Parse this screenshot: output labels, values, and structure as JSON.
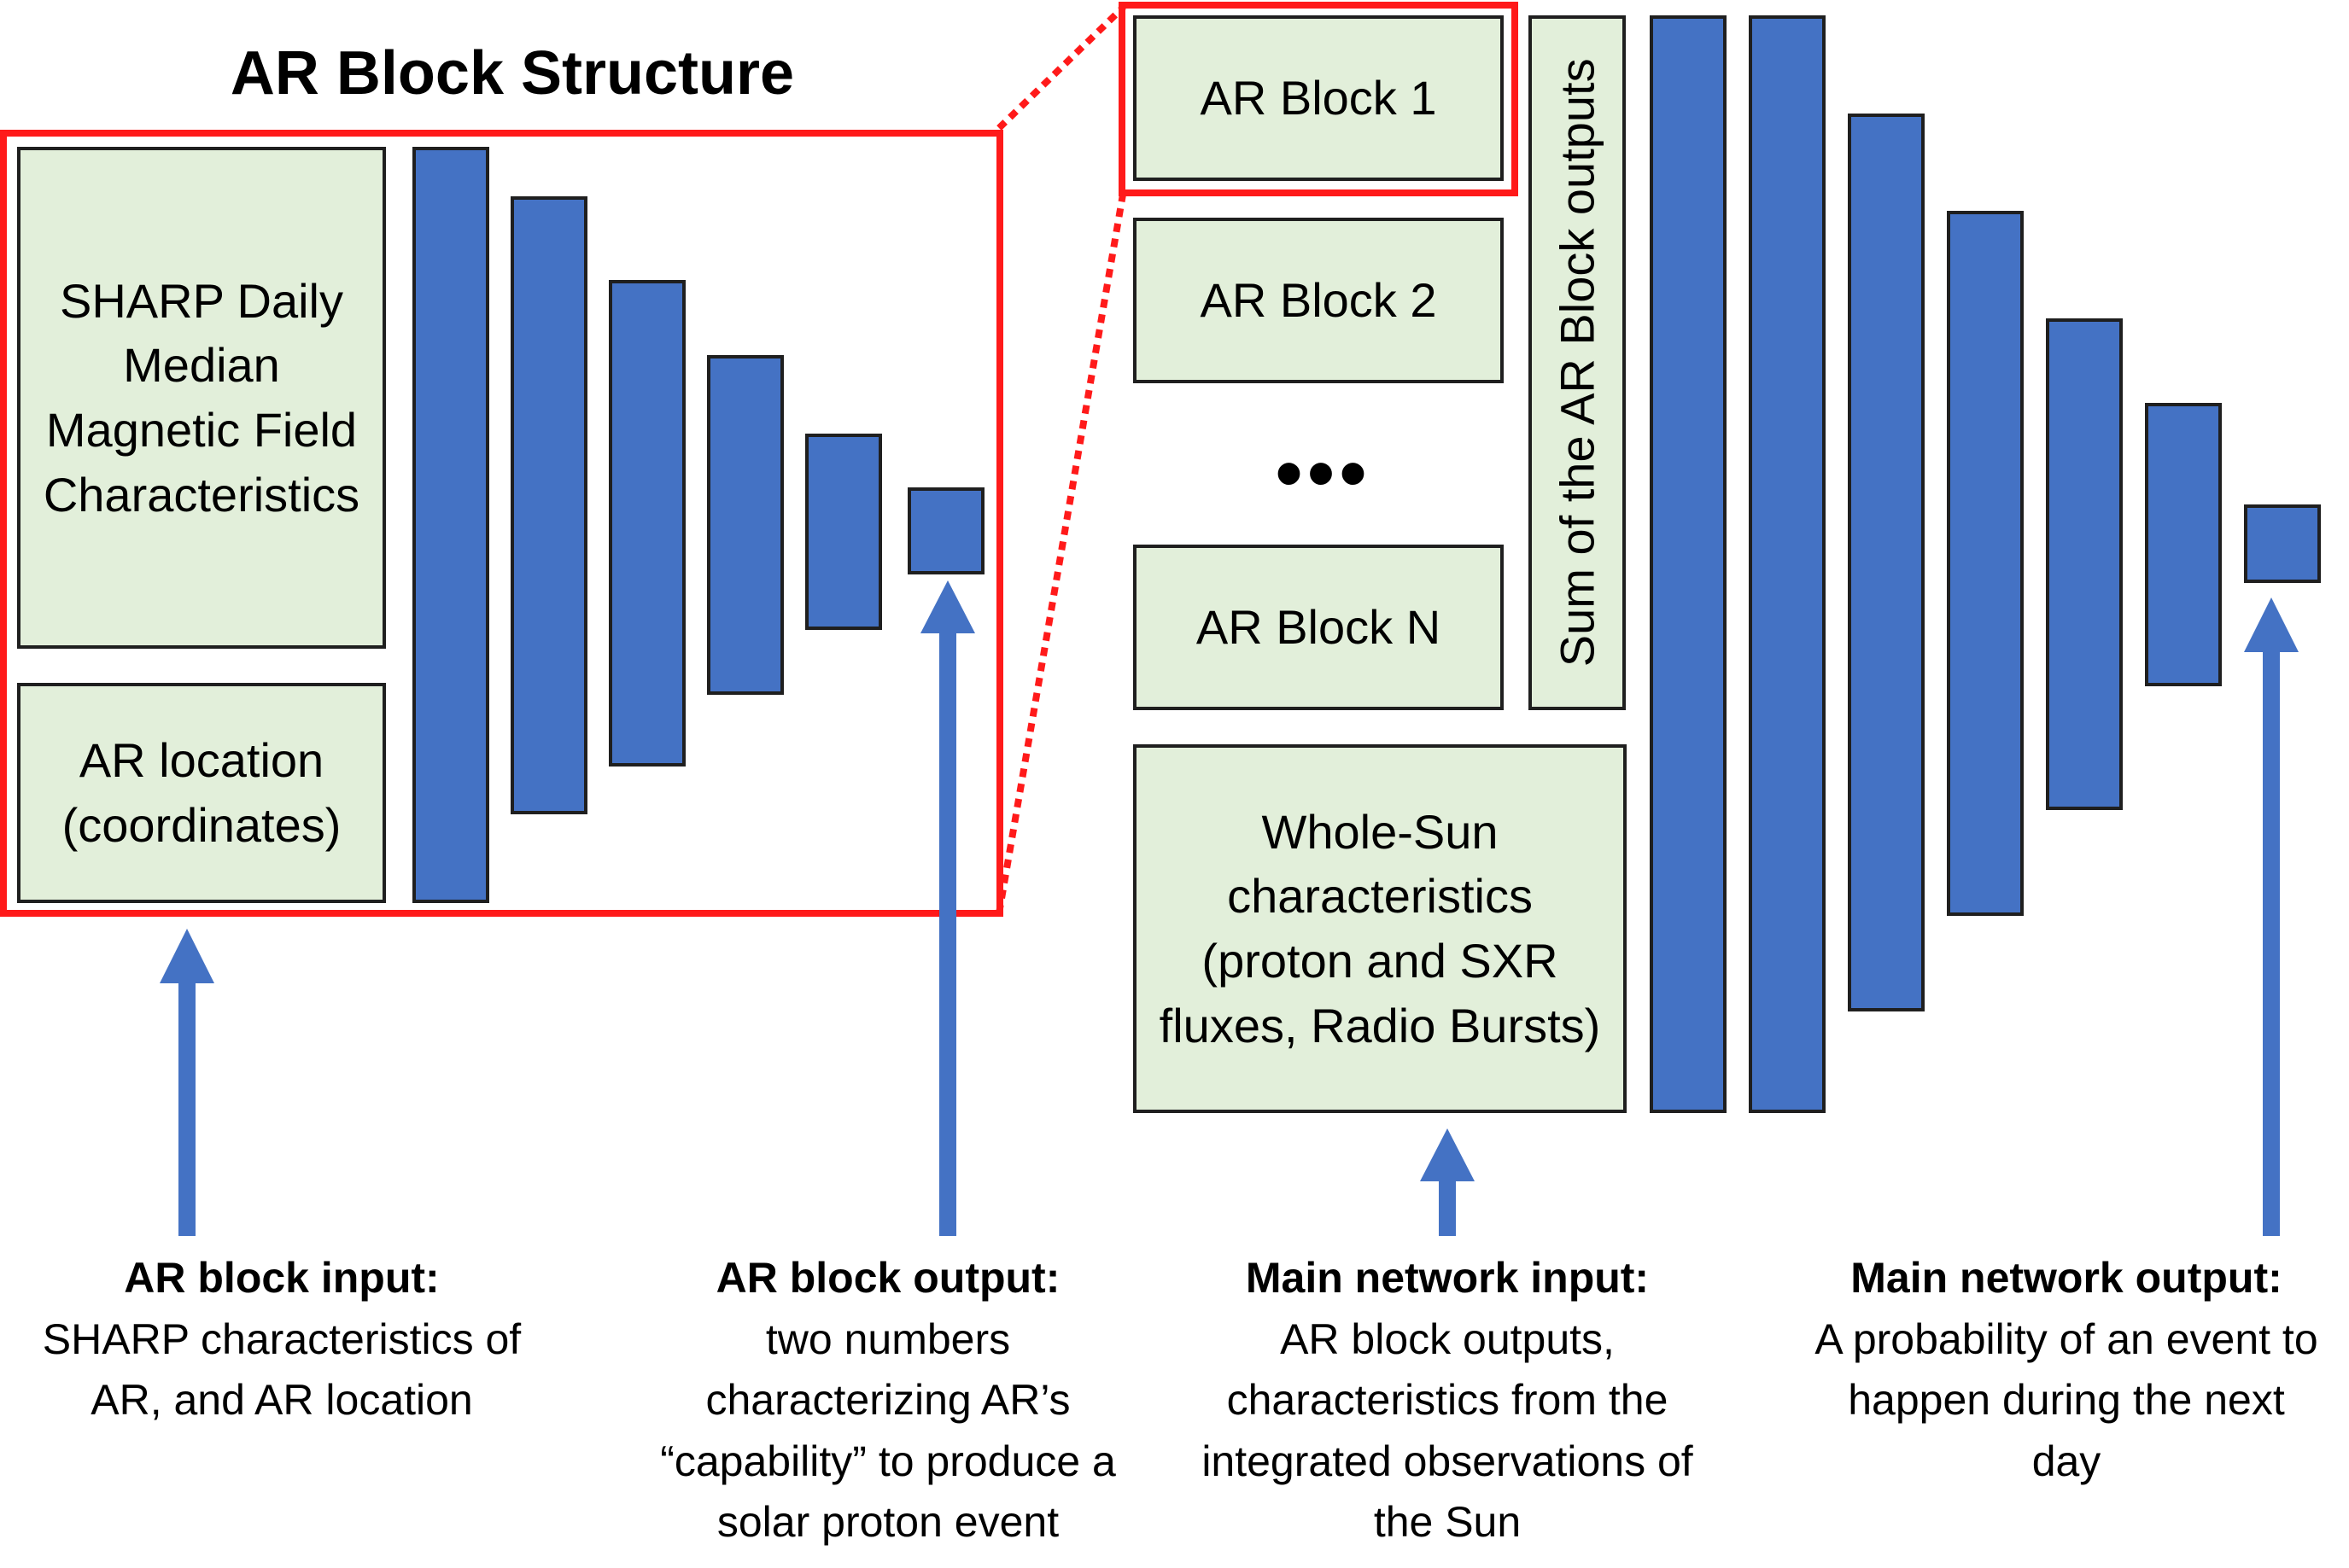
{
  "title": "AR Block Structure",
  "colors": {
    "box_fill": "#e2efda",
    "bar_fill": "#4472c4",
    "highlight": "#ff1a1a",
    "arrow": "#4472c4"
  },
  "ar_block": {
    "sharp_box": "SHARP Daily Median Magnetic Field Characteristics",
    "location_box": "AR location (coordinates)"
  },
  "main": {
    "blocks": [
      "AR Block 1",
      "AR Block 2",
      "AR Block N"
    ],
    "ellipsis": "•••",
    "sum_label": "Sum of the AR Block outputs",
    "whole_sun": "Whole-Sun characteristics (proton and SXR fluxes, Radio Bursts)"
  },
  "captions": [
    {
      "heading": "AR block input:",
      "text": "SHARP characteristics of AR, and AR location"
    },
    {
      "heading": "AR block output:",
      "text": "two numbers characterizing AR’s “capability” to produce a solar proton event"
    },
    {
      "heading": "Main network input:",
      "text": "AR block outputs, characteristics from the integrated observations of the Sun"
    },
    {
      "heading": "Main network output:",
      "text": "A probability of an event to happen during the next day"
    }
  ]
}
